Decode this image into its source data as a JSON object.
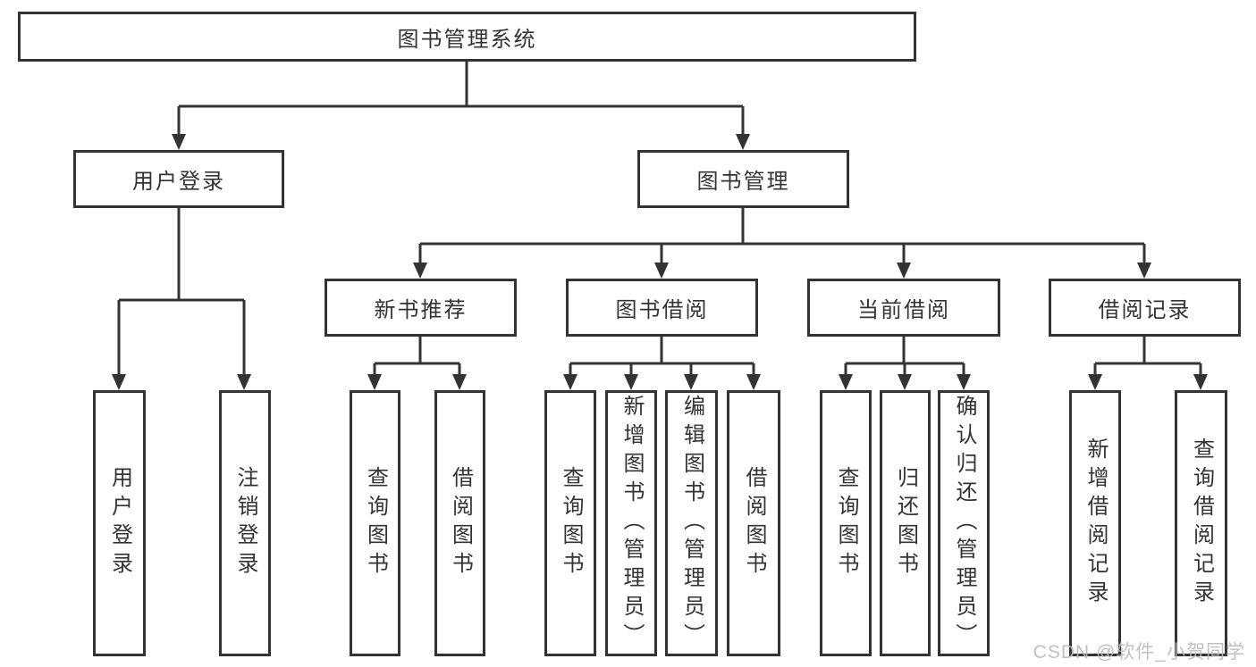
{
  "tree": {
    "label": "图书管理系统",
    "children": [
      {
        "label": "用户登录",
        "children": [
          {
            "label": "用户登录"
          },
          {
            "label": "注销登录"
          }
        ]
      },
      {
        "label": "图书管理",
        "children": [
          {
            "label": "新书推荐",
            "children": [
              {
                "label": "查询图书"
              },
              {
                "label": "借阅图书"
              }
            ]
          },
          {
            "label": "图书借阅",
            "children": [
              {
                "label": "查询图书"
              },
              {
                "label": "新增图书（管理员）"
              },
              {
                "label": "编辑图书（管理员）"
              },
              {
                "label": "借阅图书"
              }
            ]
          },
          {
            "label": "当前借阅",
            "children": [
              {
                "label": "查询图书"
              },
              {
                "label": "归还图书"
              },
              {
                "label": "确认归还（管理员）"
              }
            ]
          },
          {
            "label": "借阅记录",
            "children": [
              {
                "label": "新增借阅记录"
              },
              {
                "label": "查询借阅记录"
              }
            ]
          }
        ]
      }
    ]
  },
  "watermark": {
    "text": "CSDN @软件_小贺同学"
  },
  "colors": {
    "line": "#333333",
    "text": "#333333",
    "background": "#ffffff",
    "watermark": "#b9b9b9"
  }
}
